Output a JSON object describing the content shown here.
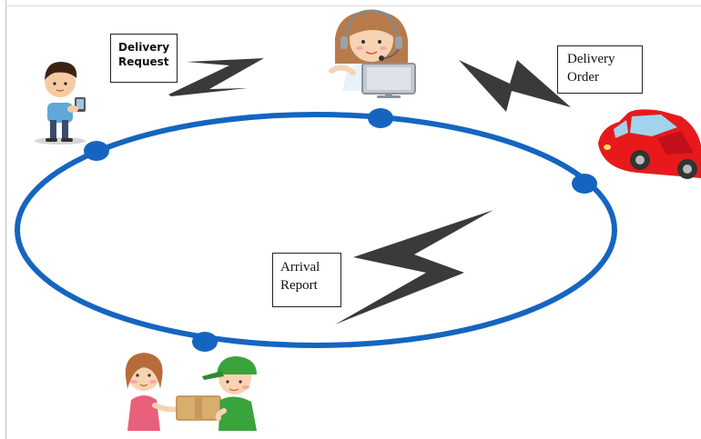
{
  "diagram": {
    "labels": {
      "delivery_request": "Delivery\nRequest",
      "delivery_order": "Delivery\nOrder",
      "arrival_report": "Arrival\nReport"
    },
    "colors": {
      "ring": "#1565c0",
      "lightning": "#3a3a3a",
      "car": "#e8191b"
    },
    "icons": {
      "customer": "person-with-smartphone-icon",
      "operator": "operator-with-headset-icon",
      "car": "red-car-icon",
      "handover": "delivery-handover-icon"
    }
  }
}
